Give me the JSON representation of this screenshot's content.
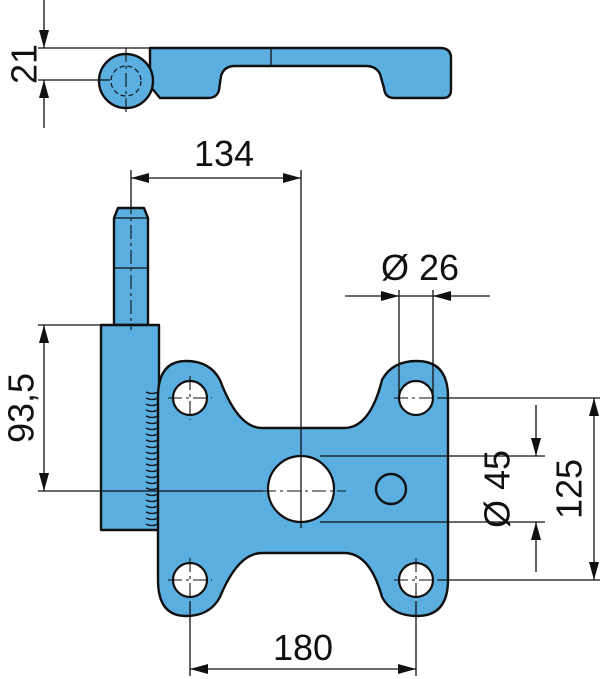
{
  "dimensions": {
    "side_thickness": "21",
    "pin_offset": "134",
    "hole_small_diameter": "Ø 26",
    "pin_height": "93,5",
    "center_hole_diameter": "Ø 45",
    "hole_vertical_spacing": "125",
    "hole_horizontal_spacing": "180"
  },
  "colors": {
    "part_fill": "#5aaee0",
    "line": "#111111",
    "background": "#ffffff"
  }
}
